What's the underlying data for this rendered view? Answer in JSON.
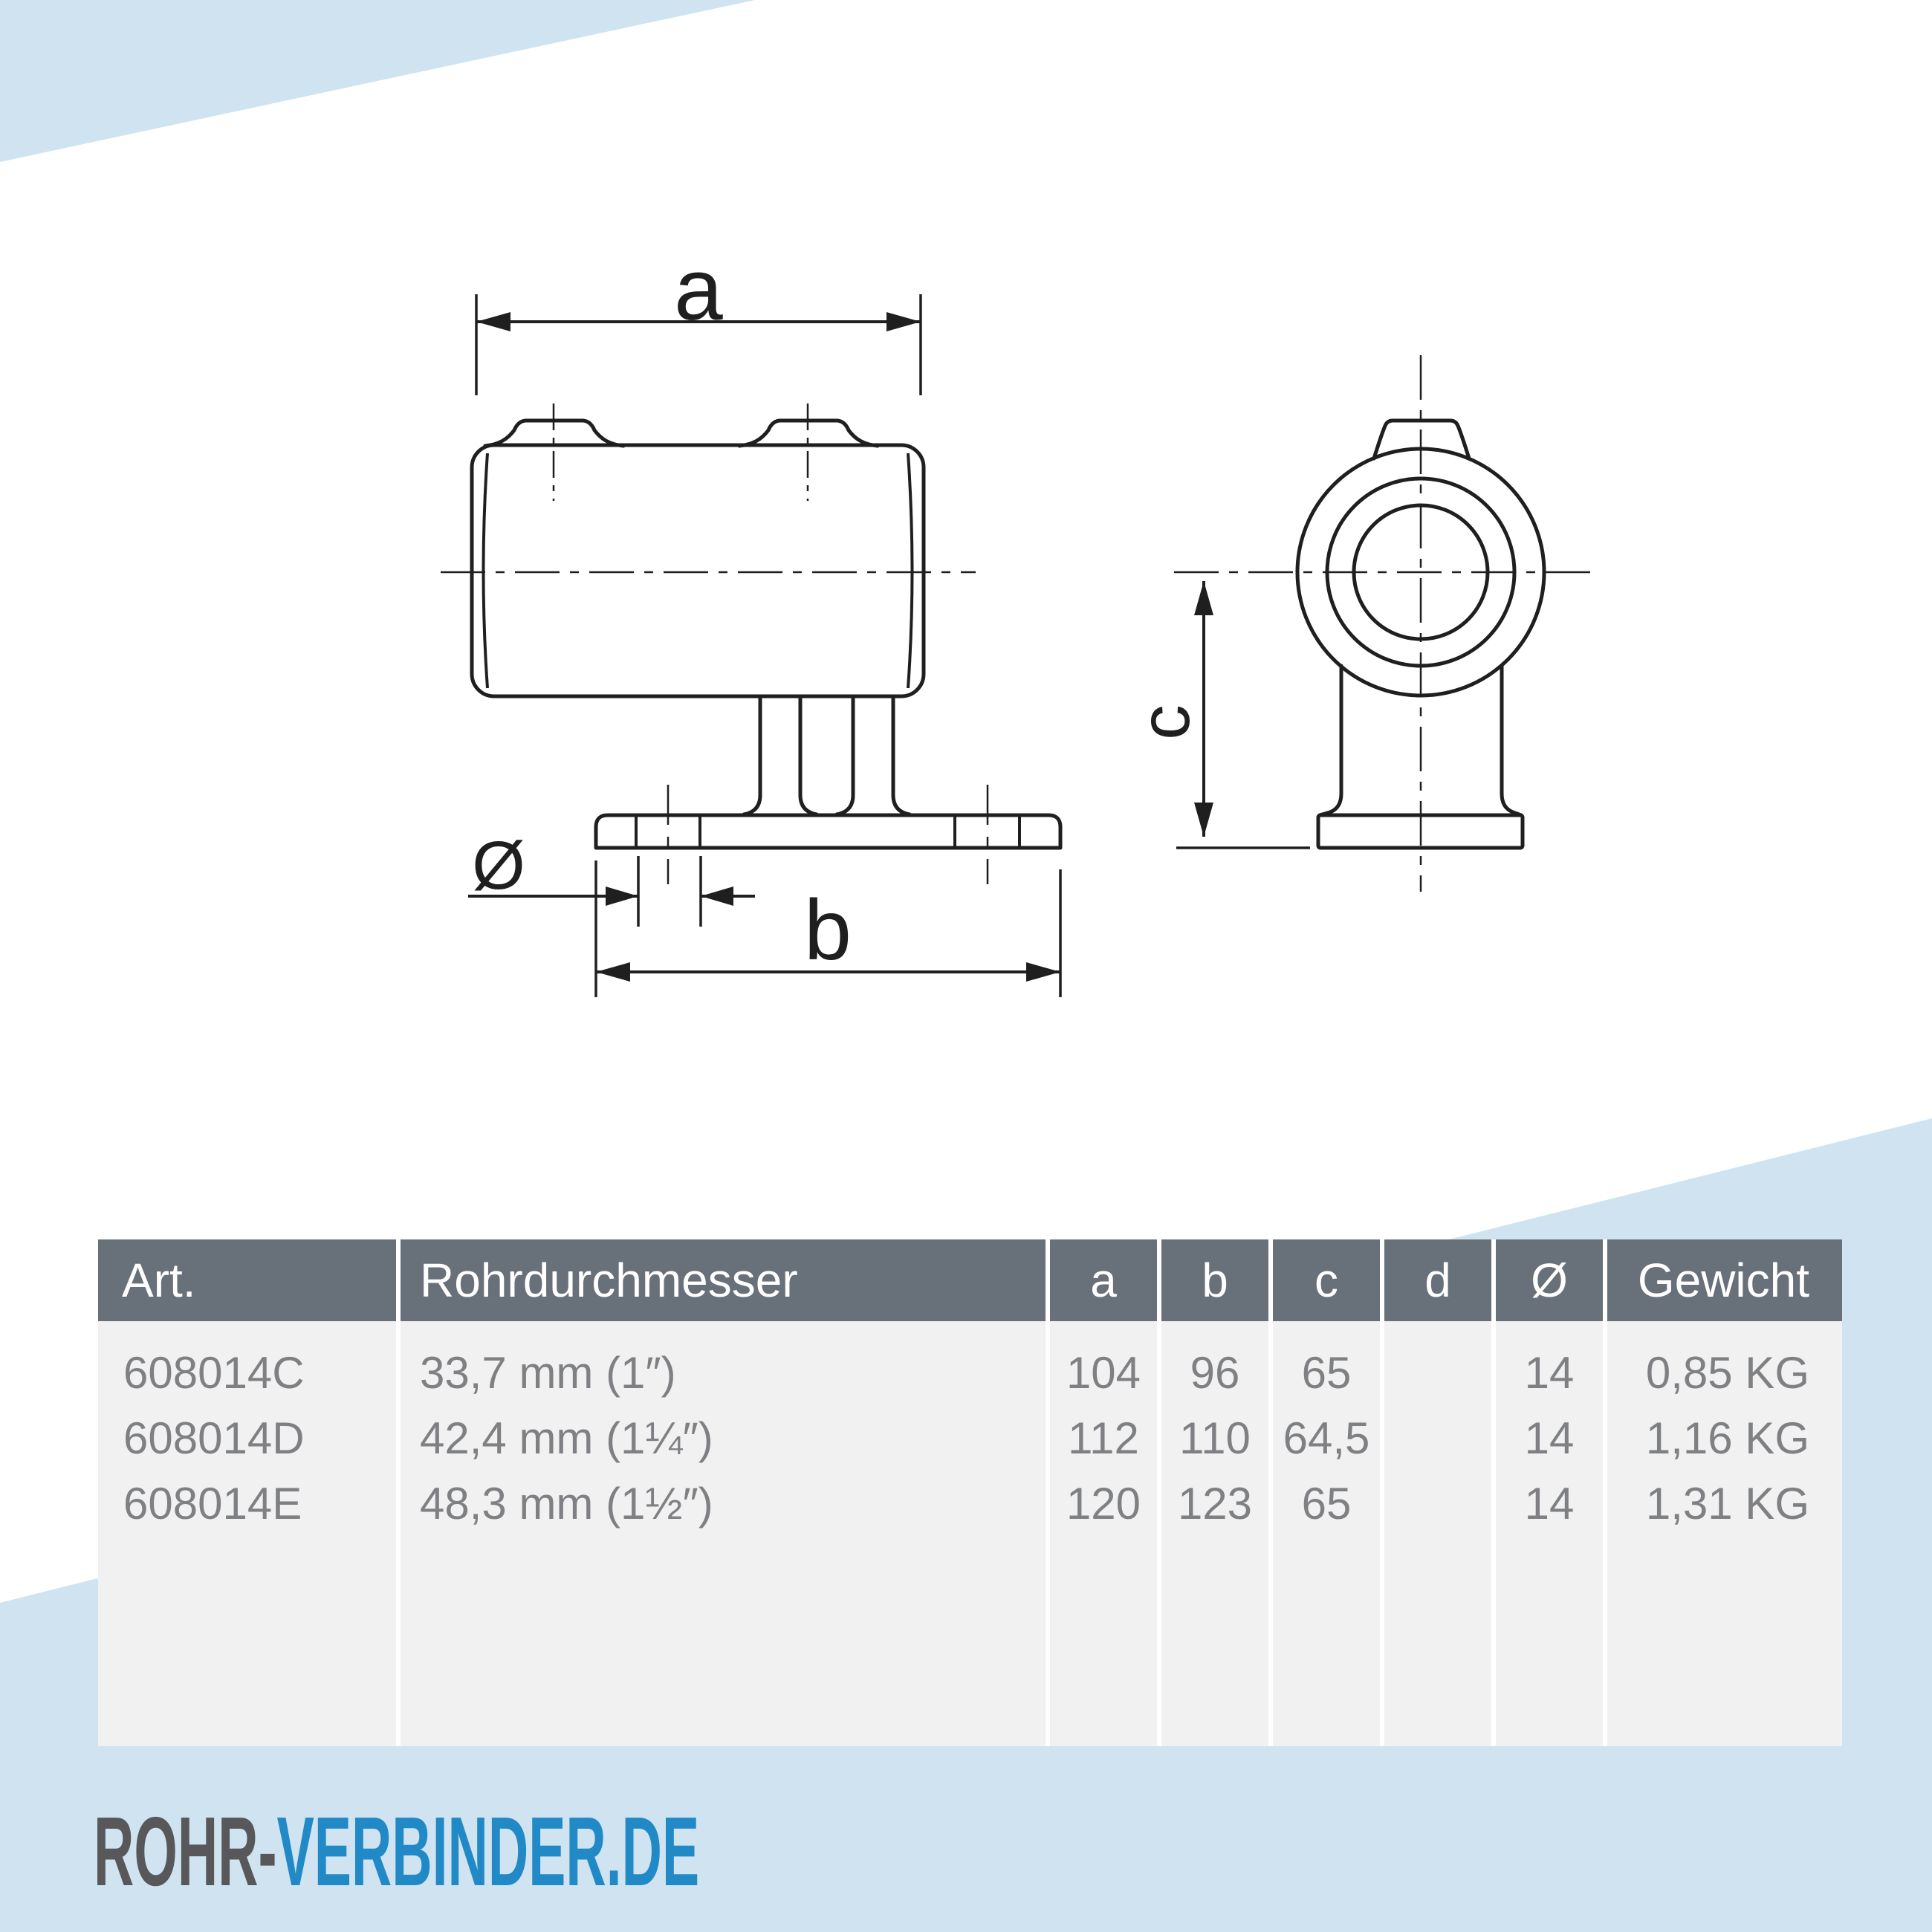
{
  "decor": {
    "light_blue": "#cfe3f1"
  },
  "drawing": {
    "labels": {
      "a": "a",
      "b": "b",
      "c": "c",
      "diameter": "Ø"
    }
  },
  "table": {
    "header_bg": "#68707a",
    "header_text_color": "#ffffff",
    "body_bg": "#f1f1f1",
    "body_text_color": "#7e8083",
    "headers": [
      {
        "label": "Art."
      },
      {
        "label": "Rohrdurchmesser"
      },
      {
        "label": "a"
      },
      {
        "label": "b"
      },
      {
        "label": "c"
      },
      {
        "label": "d"
      },
      {
        "label": "Ø"
      },
      {
        "label": "Gewicht"
      }
    ],
    "rows": [
      {
        "cells": [
          "608014C",
          "33,7 mm (1″)",
          "104",
          "96",
          "65",
          "",
          "14",
          "0,85 KG"
        ]
      },
      {
        "cells": [
          "608014D",
          "42,4 mm (1¼″)",
          "112",
          "110",
          "64,5",
          "",
          "14",
          "1,16 KG"
        ]
      },
      {
        "cells": [
          "608014E",
          "48,3 mm (1½″)",
          "120",
          "123",
          "65",
          "",
          "14",
          "1,31 KG"
        ]
      }
    ]
  },
  "logo": {
    "part1": "ROHR-",
    "part2": "VERBINDER.DE",
    "part1_color": "#58585a",
    "part2_color": "#2089c6"
  }
}
